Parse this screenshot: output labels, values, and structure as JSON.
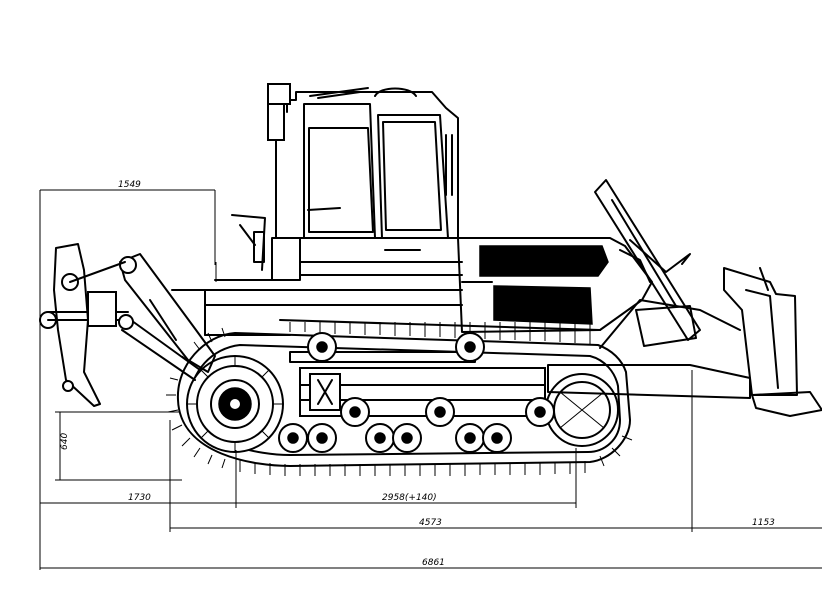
{
  "dimensions": {
    "ripper_width": "1549",
    "ground_clearance": "640",
    "rear_overhang": "1730",
    "track_base": "2958(+140)",
    "track_length": "4573",
    "front_overhang": "1153",
    "overall_length": "6861"
  }
}
